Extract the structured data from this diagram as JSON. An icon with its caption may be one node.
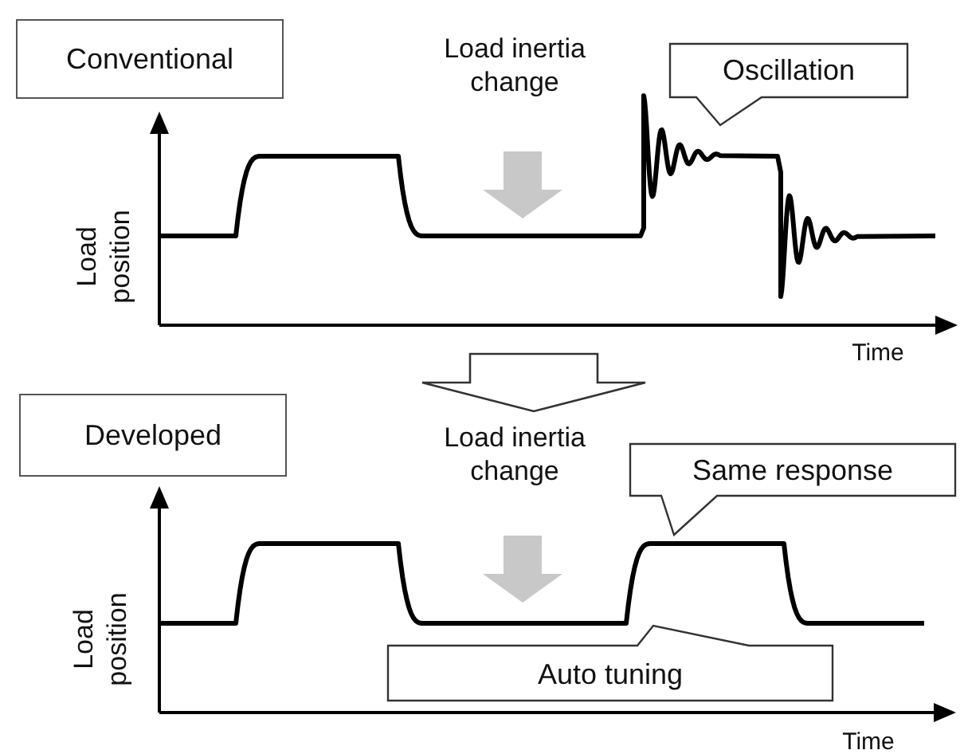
{
  "diagram": {
    "nodes": [
      {
        "text": [
          "Conventional"
        ]
      },
      {
        "text": [],
        "shape": "picture",
        "beside": [
          "Load position",
          "Time"
        ]
      },
      {
        "text": [
          "Oscillation"
        ]
      },
      {
        "text": [
          "Developed"
        ]
      },
      {
        "text": [],
        "shape": "picture",
        "beside": [
          "Load position",
          "Time"
        ]
      },
      {
        "text": [
          "Same response"
        ]
      },
      {
        "text": [
          "Auto tuning"
        ],
        "in": 4
      }
    ],
    "edges": [
      {
        "from": 1,
        "to": 4,
        "arrow": "to"
      }
    ],
    "labels": [
      "Load inertia change",
      "Load inertia change"
    ]
  }
}
